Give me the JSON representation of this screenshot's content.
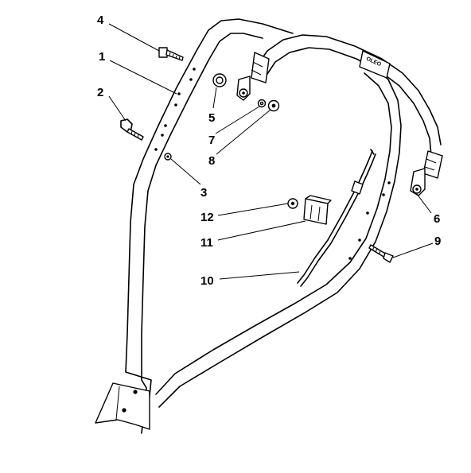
{
  "callouts": [
    {
      "id": "c1",
      "label": "1"
    },
    {
      "id": "c2",
      "label": "2"
    },
    {
      "id": "c3",
      "label": "3"
    },
    {
      "id": "c4",
      "label": "4"
    },
    {
      "id": "c5",
      "label": "5"
    },
    {
      "id": "c6",
      "label": "6"
    },
    {
      "id": "c7",
      "label": "7"
    },
    {
      "id": "c8",
      "label": "8"
    },
    {
      "id": "c9",
      "label": "9"
    },
    {
      "id": "c10",
      "label": "10"
    },
    {
      "id": "c11",
      "label": "11"
    },
    {
      "id": "c12",
      "label": "12"
    }
  ],
  "badge_text": "OLEO"
}
